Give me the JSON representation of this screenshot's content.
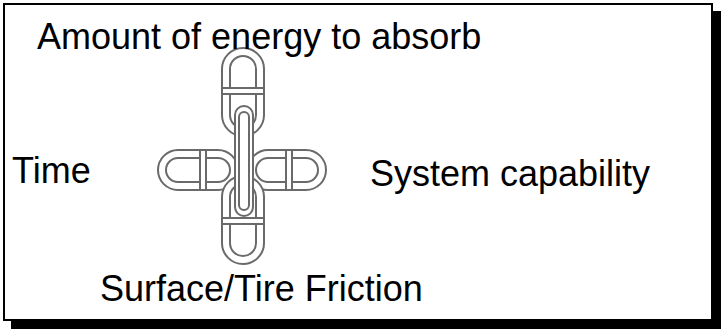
{
  "diagram": {
    "labels": [
      "Amount of energy to absorb",
      "Time",
      "System capability",
      "Surface/Tire Friction"
    ]
  }
}
